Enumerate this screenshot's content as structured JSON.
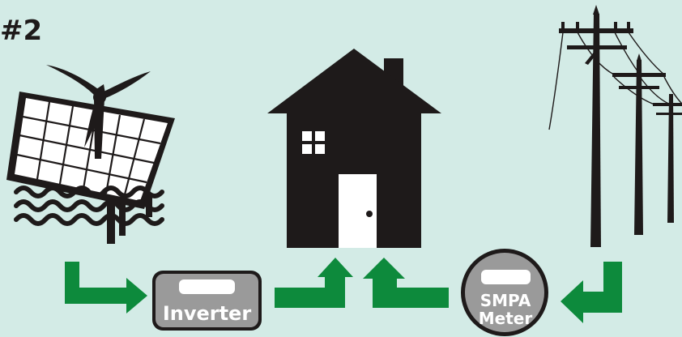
{
  "diagram": {
    "number": "#2",
    "inverter_label": "Inverter",
    "meter_label_line1": "SMPA",
    "meter_label_line2": "Meter"
  },
  "colors": {
    "background": "#d3ebe6",
    "arrow_green": "#0d8a3c",
    "device_gray": "#9a9a9a",
    "silhouette": "#1e1a1a",
    "white": "#ffffff"
  },
  "icons": [
    "solar-panel-icon",
    "wind-turbine-icon",
    "water-waves-icon",
    "house-icon",
    "power-pole-icon",
    "inverter-icon",
    "meter-icon",
    "arrow-icon"
  ]
}
